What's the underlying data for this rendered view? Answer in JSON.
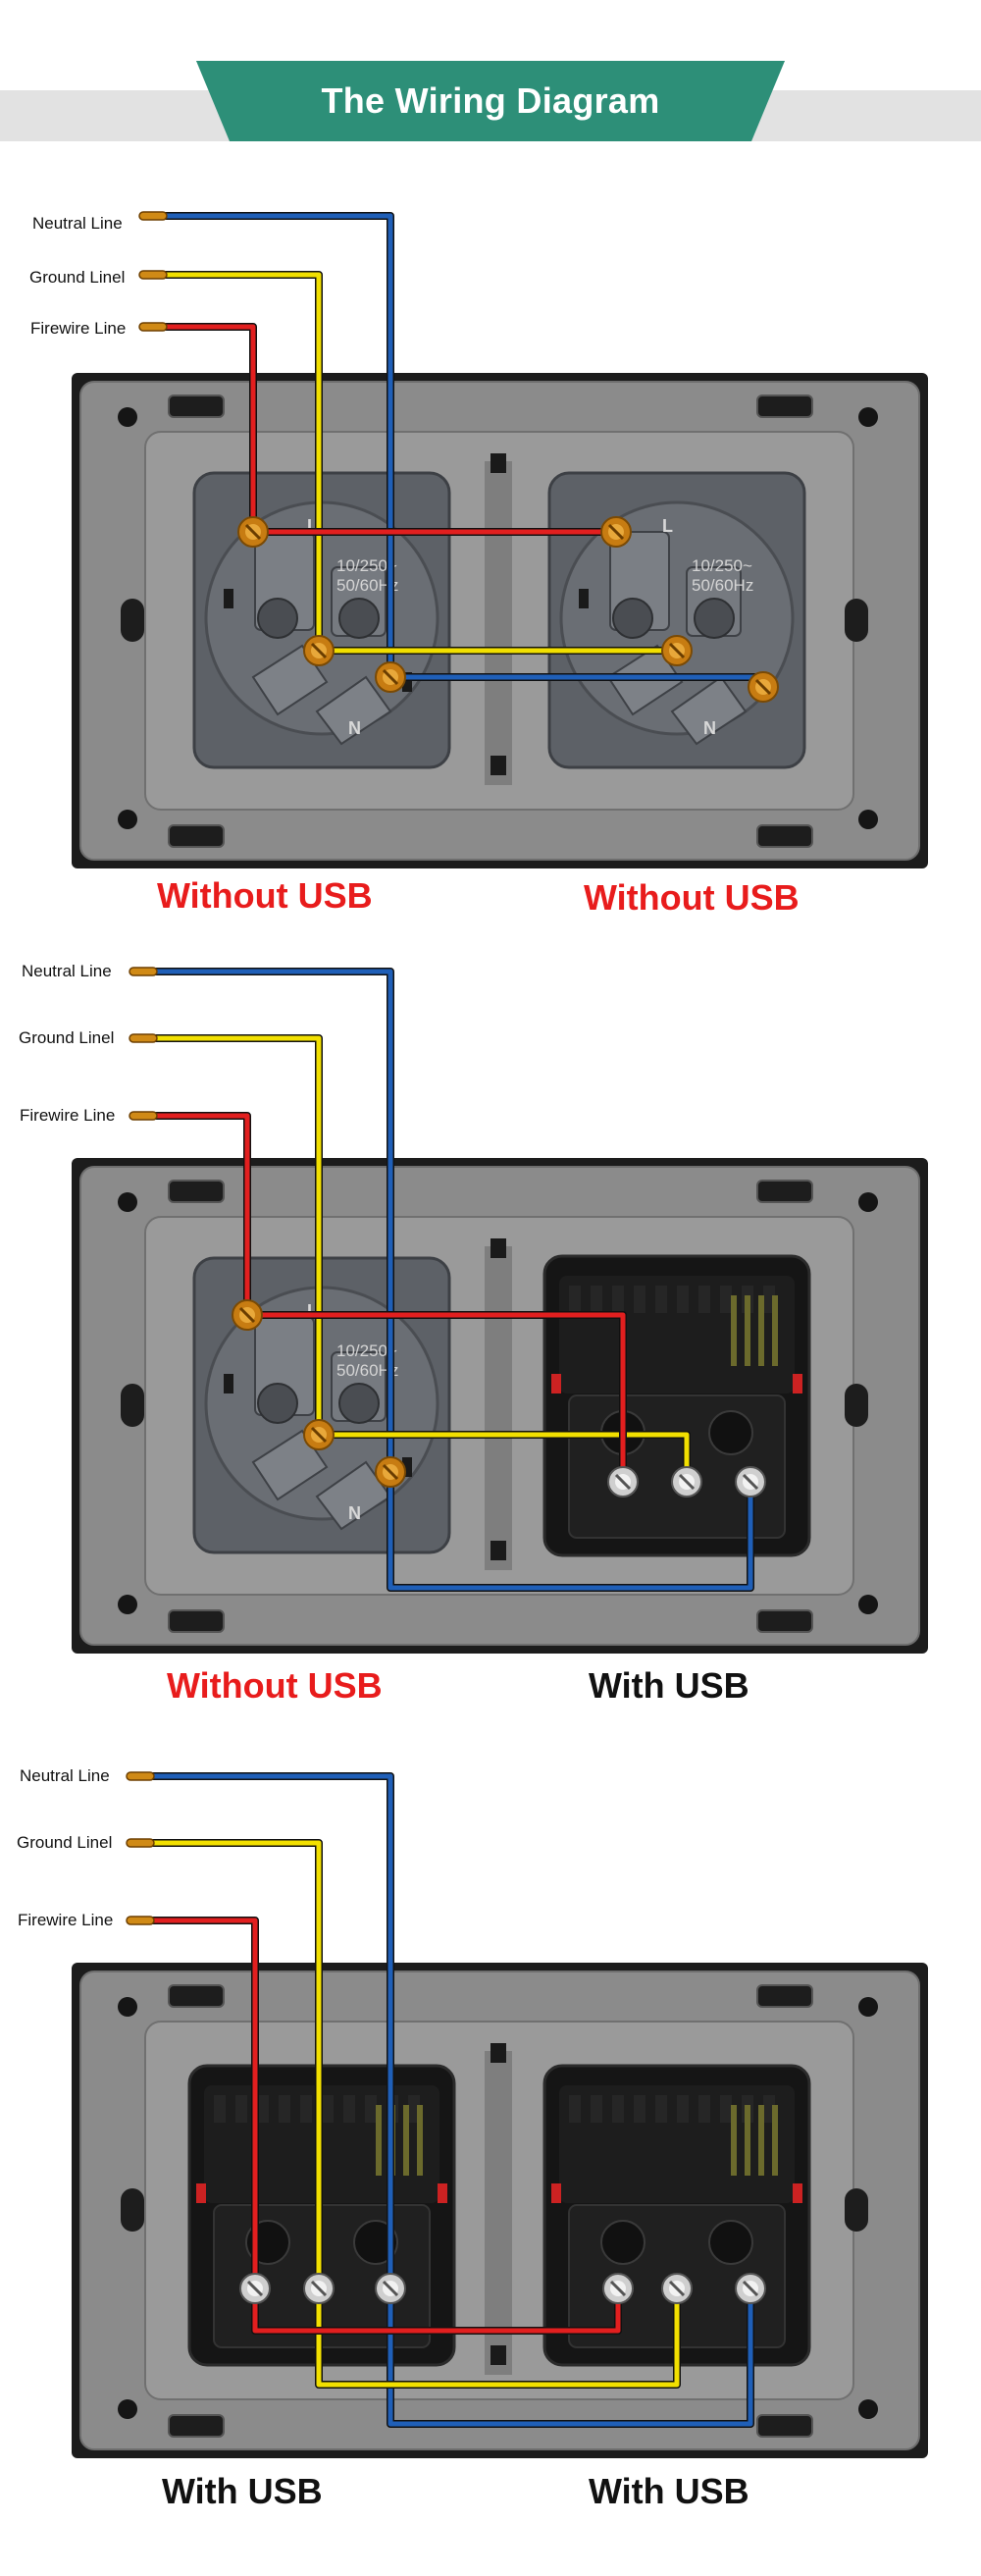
{
  "header": {
    "title": "The Wiring Diagram"
  },
  "colors": {
    "header_teal": "#2d8f78",
    "header_teal_dark": "#236e5c",
    "neutral_wire": "#1f5fb8",
    "ground_wire": "#f2e000",
    "fire_wire": "#e21f1f",
    "caption_red": "#e81c1c",
    "caption_black": "#111111"
  },
  "sections": [
    {
      "labels": {
        "neutral": "Neutral Line",
        "ground": "Ground Linel",
        "fire": "Firewire Line"
      },
      "captions": [
        {
          "text": "Without USB",
          "color": "red"
        },
        {
          "text": "Without USB",
          "color": "red"
        }
      ],
      "sockets": [
        "schuko",
        "schuko"
      ]
    },
    {
      "labels": {
        "neutral": "Neutral Line",
        "ground": "Ground Linel",
        "fire": "Firewire Line"
      },
      "captions": [
        {
          "text": "Without USB",
          "color": "red"
        },
        {
          "text": "With USB",
          "color": "black"
        }
      ],
      "sockets": [
        "schuko",
        "usb"
      ]
    },
    {
      "labels": {
        "neutral": "Neutral Line",
        "ground": "Ground Linel",
        "fire": "Firewire Line"
      },
      "captions": [
        {
          "text": "With USB",
          "color": "black"
        },
        {
          "text": "With USB",
          "color": "black"
        }
      ],
      "sockets": [
        "usb",
        "usb"
      ]
    }
  ],
  "socket_markings": {
    "live": "L",
    "neutral": "N",
    "rating": "10/250~",
    "frequency": "50/60Hz"
  }
}
